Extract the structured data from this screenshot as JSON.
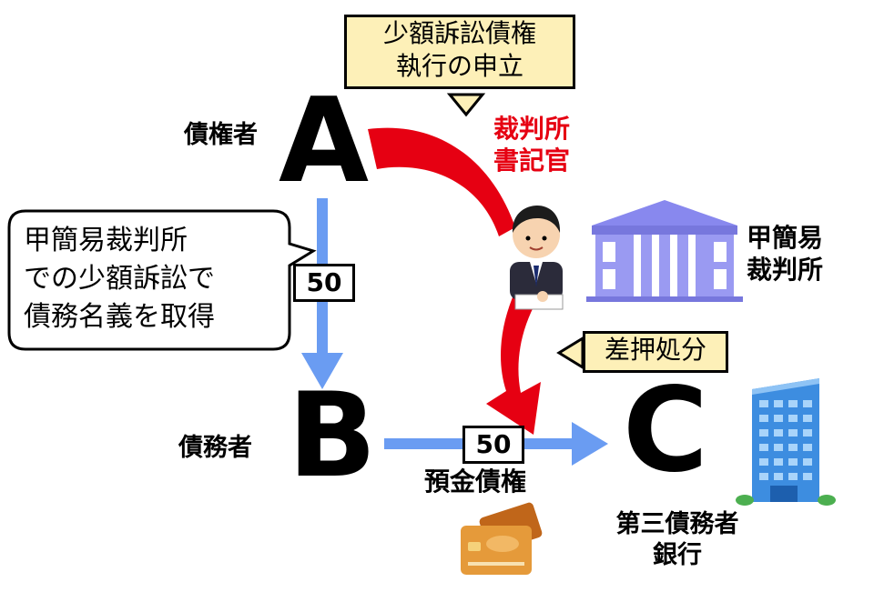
{
  "parties": {
    "a": {
      "letter": "A",
      "role": "債権者"
    },
    "b": {
      "letter": "B",
      "role": "債務者"
    },
    "c": {
      "letter": "C",
      "role_line1": "第三債務者",
      "role_line2": "銀行"
    }
  },
  "callouts": {
    "petition_line1": "少額訴訟債権",
    "petition_line2": "執行の申立",
    "seizure": "差押処分"
  },
  "clerk": {
    "line1": "裁判所",
    "line2": "書記官"
  },
  "court": {
    "line1": "甲簡易",
    "line2": "裁判所"
  },
  "speech_bubble": {
    "line1": "甲簡易裁判所",
    "line2": "での少額訴訟で",
    "line3": "債務名義を取得"
  },
  "claims": {
    "ab_amount": "50",
    "bc_amount": "50",
    "bc_label": "預金債権"
  },
  "colors": {
    "blue_arrow": "#6a9cf2",
    "red_arrow": "#e60012",
    "callout_fill": "#fdf0b8",
    "court_building": "#8888ee",
    "bank_building": "#3d8de0"
  },
  "icons": [
    "clerk-person-icon",
    "court-building-icon",
    "bank-building-icon",
    "credit-card-icon"
  ]
}
